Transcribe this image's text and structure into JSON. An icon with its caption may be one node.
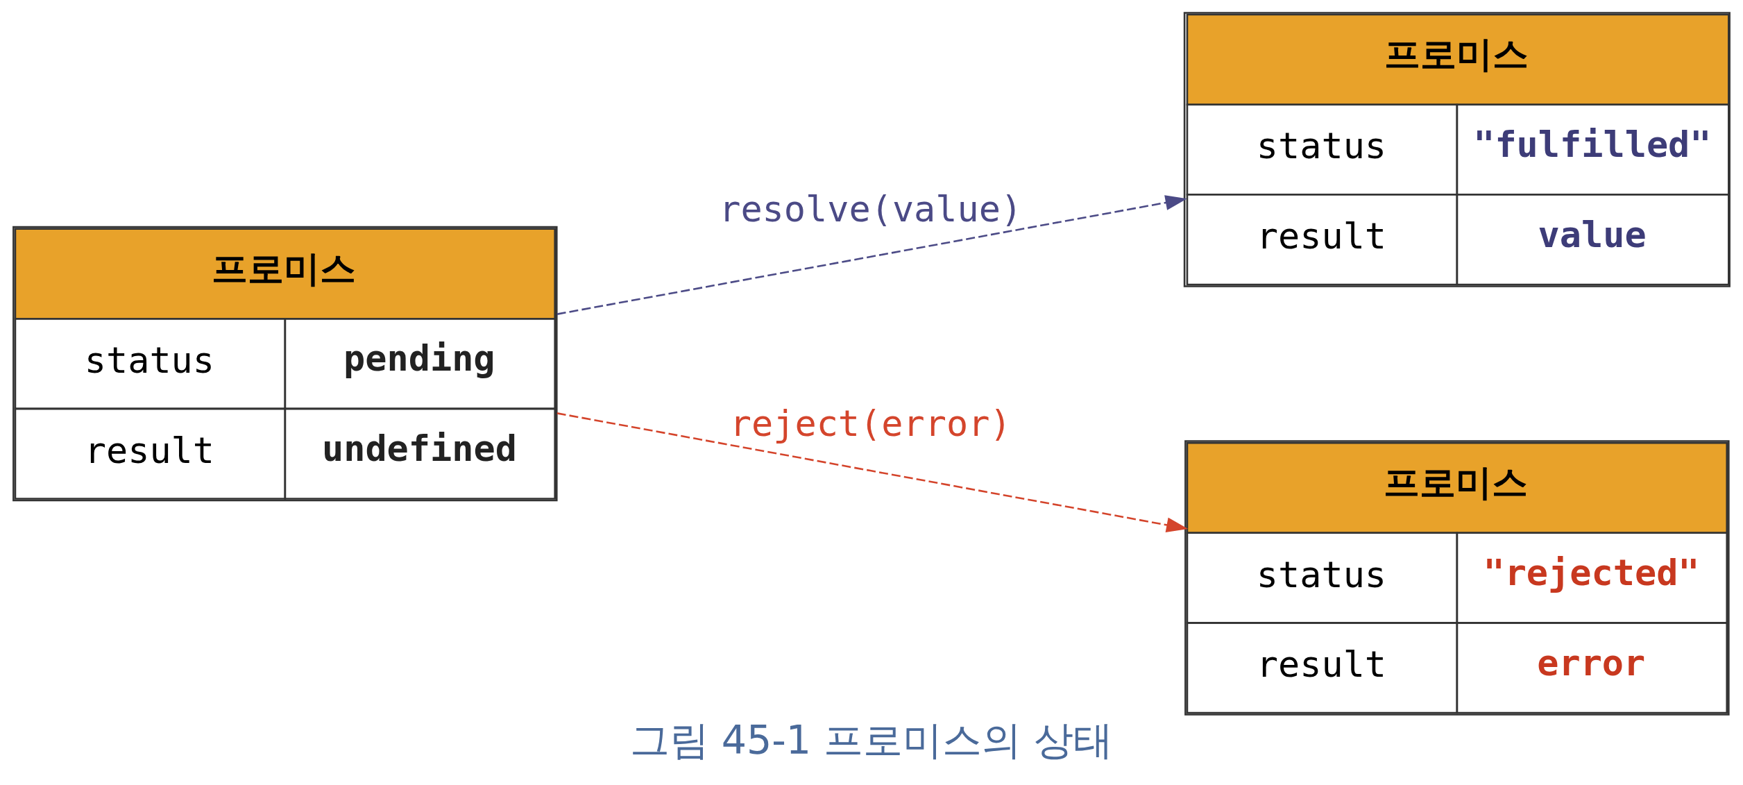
{
  "diagram": {
    "caption": "그림 45-1 프로미스의 상태",
    "nodes": [
      {
        "text": [
          "프로미스",
          "status",
          "pending",
          "result",
          "undefined"
        ]
      },
      {
        "text": [
          "프로미스",
          "status",
          "\"fulfilled\"",
          "result",
          "value"
        ]
      },
      {
        "text": [
          "프로미스",
          "status",
          "\"rejected\"",
          "result",
          "error"
        ]
      }
    ],
    "edges": [
      {
        "from": 0,
        "to": 1,
        "arrow": "to",
        "label": "resolve(value)",
        "style": "dashed",
        "color": "#4b4a86"
      },
      {
        "from": 0,
        "to": 2,
        "arrow": "to",
        "label": "reject(error)",
        "style": "dashed",
        "color": "#d4452c"
      }
    ]
  }
}
